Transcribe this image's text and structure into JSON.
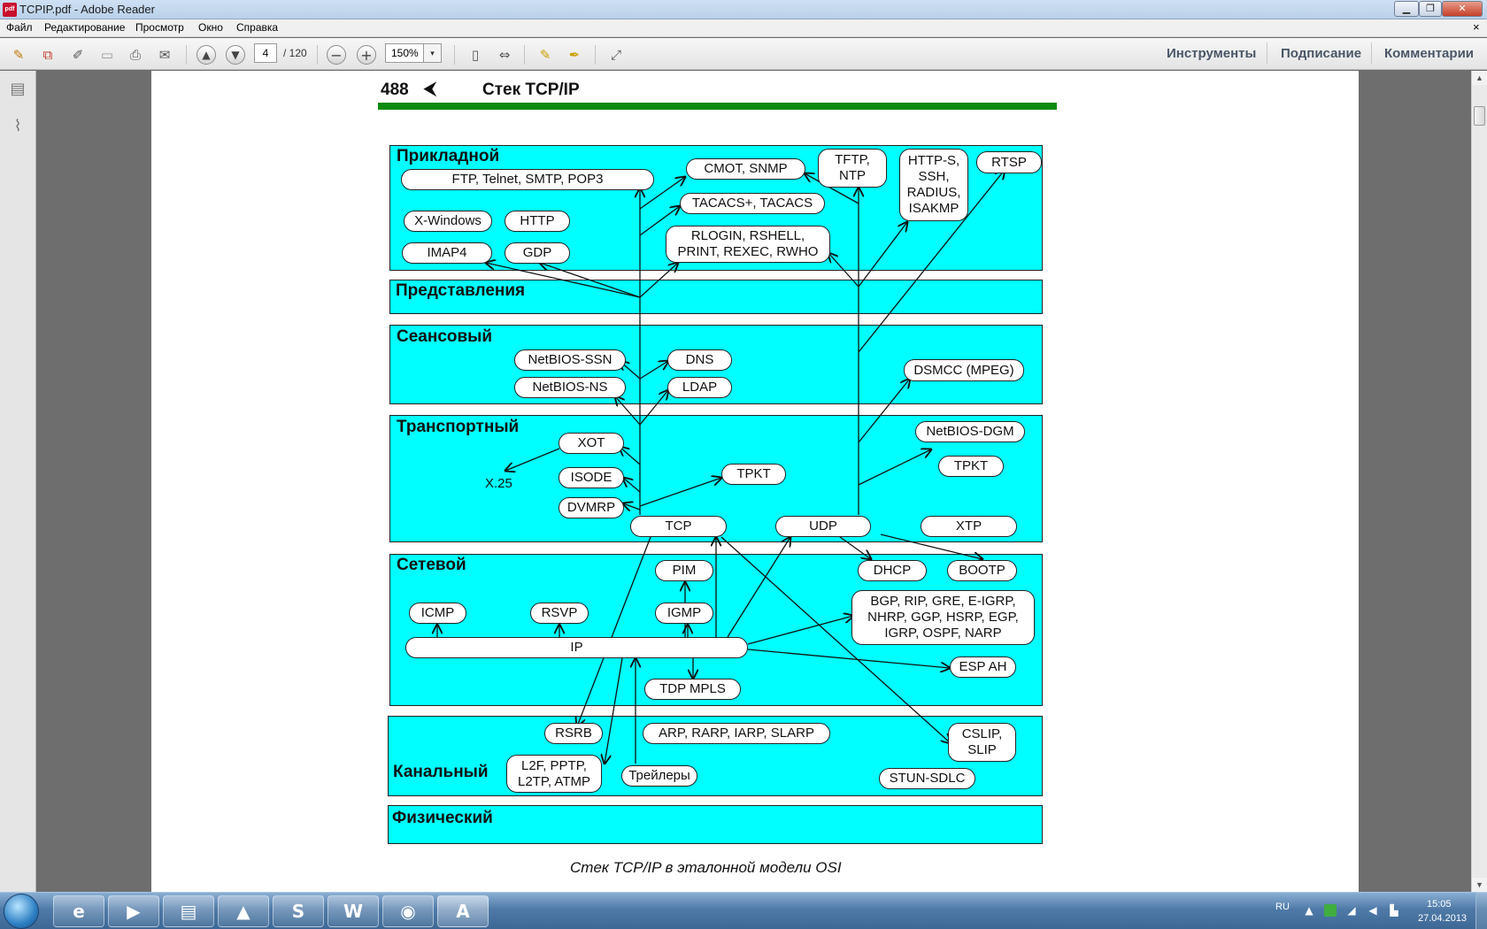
{
  "window": {
    "title": "TCPIP.pdf - Adobe Reader",
    "app_icon": "pdf",
    "minimize": "▁",
    "maximize": "❐",
    "close": "✕"
  },
  "menu": {
    "items": [
      "Файл",
      "Редактирование",
      "Просмотр",
      "Окно",
      "Справка"
    ],
    "doc_close": "×"
  },
  "toolbar": {
    "page_current": "4",
    "page_total": "/ 120",
    "zoom": "150%",
    "zoom_dropdown": "▾",
    "panels": [
      "Инструменты",
      "Подписание",
      "Комментарии"
    ],
    "icons": {
      "create": "✎",
      "combine": "⧉",
      "edit": "✐",
      "save": "▭",
      "print": "⎙",
      "email": "✉",
      "prev": "▲",
      "next": "▼",
      "zoom_out": "−",
      "zoom_in": "+",
      "fit_page": "▯",
      "fit_width": "⇔",
      "comment": "✎",
      "highlight": "✒",
      "fullscreen": "⤢"
    }
  },
  "nav_panel": {
    "pages_icon": "▤",
    "attachments_icon": "⌇"
  },
  "scrollbar": {
    "up": "▲",
    "down": "▼"
  },
  "document": {
    "header": {
      "page_number": "488",
      "mark": "⮜",
      "title": "Стек TCP/IP"
    },
    "layers": [
      {
        "id": "app",
        "name": "Прикладной"
      },
      {
        "id": "pres",
        "name": "Представления"
      },
      {
        "id": "sess",
        "name": "Сеансовый"
      },
      {
        "id": "trans",
        "name": "Транспортный"
      },
      {
        "id": "net",
        "name": "Сетевой"
      },
      {
        "id": "link",
        "name": "Канальный"
      },
      {
        "id": "phys",
        "name": "Физический"
      }
    ],
    "protocols": {
      "ftp": "FTP, Telnet, SMTP, POP3",
      "cmot": "CMOT, SNMP",
      "tftp": "TFTP,\nNTP",
      "https": "HTTP-S,\nSSH,\nRADIUS,\nISAKMP",
      "rtsp": "RTSP",
      "tacacs": "TACACS+, TACACS",
      "xwin": "X-Windows",
      "http": "HTTP",
      "rlogin": "RLOGIN, RSHELL,\nPRINT, REXEC, RWHO",
      "imap": "IMAP4",
      "gdp": "GDP",
      "nbssn": "NetBIOS-SSN",
      "dns": "DNS",
      "dsmcc": "DSMCC (MPEG)",
      "nbns": "NetBIOS-NS",
      "ldap": "LDAP",
      "xot": "XOT",
      "nbdgm": "NetBIOS-DGM",
      "x25": "X.25",
      "isode": "ISODE",
      "tpkt1": "TPKT",
      "tpkt2": "TPKT",
      "dvmrp": "DVMRP",
      "tcp": "TCP",
      "udp": "UDP",
      "xtp": "XTP",
      "pim": "PIM",
      "dhcp": "DHCP",
      "bootp": "BOOTP",
      "icmp": "ICMP",
      "rsvp": "RSVP",
      "igmp": "IGMP",
      "bgp": "BGP, RIP, GRE, E-IGRP,\nNHRP, GGP, HSRP, EGP,\nIGRP, OSPF, NARP",
      "ip": "IP",
      "esp": "ESP AH",
      "tdp": "TDP MPLS",
      "rsrb": "RSRB",
      "arp": "ARP, RARP, IARP, SLARP",
      "cslip": "CSLIP,\nSLIP",
      "l2f": "L2F, PPTP,\nL2TP, ATMP",
      "trailers": "Трейлеры",
      "stun": "STUN-SDLC"
    },
    "caption": "Стек TCP/IP в эталонной модели OSI"
  },
  "taskbar": {
    "apps": [
      "Internet Explorer",
      "Media Player",
      "Explorer",
      "VLC",
      "Skype",
      "Word",
      "Chrome",
      "Adobe Reader"
    ],
    "app_glyphs": [
      "e",
      "▶",
      "▤",
      "▲",
      "S",
      "W",
      "◉",
      "A"
    ],
    "language": "RU",
    "time": "15:05",
    "date": "27.04.2013",
    "tray_up": "▲"
  }
}
